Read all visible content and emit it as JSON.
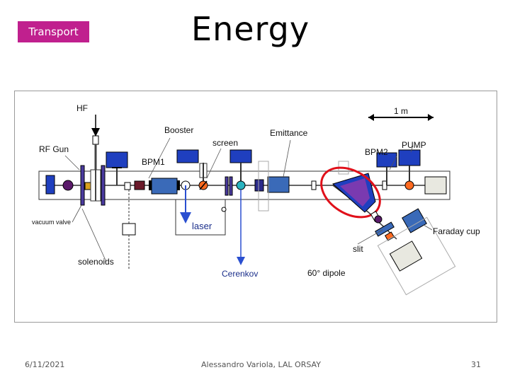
{
  "header": {
    "tag": "Transport",
    "title": "Energy"
  },
  "labels": {
    "hf": "HF",
    "scale": "1 m",
    "booster": "Booster",
    "emittance": "Emittance",
    "screen": "screen",
    "rf_gun": "RF Gun",
    "bpm1": "BPM1",
    "bpm2": "BPM2",
    "pump": "PUMP",
    "vacuum_valve": "vacuum valve",
    "laser": "laser",
    "faraday_cup": "Faraday cup",
    "slit": "slit",
    "solenoids": "solenoids",
    "cerenkov": "Cerenkov",
    "dipole": "60° dipole"
  },
  "footer": {
    "date": "6/11/2021",
    "author": "Alessandro Variola, LAL ORSAY",
    "page": "31"
  },
  "colors": {
    "tag_bg": "#c0208e",
    "magnet_blue": "#1f3fbf",
    "solenoid_purple": "#4a3aa0",
    "highlight_red": "#e0101a",
    "gun_purple": "#5a1a6a"
  }
}
